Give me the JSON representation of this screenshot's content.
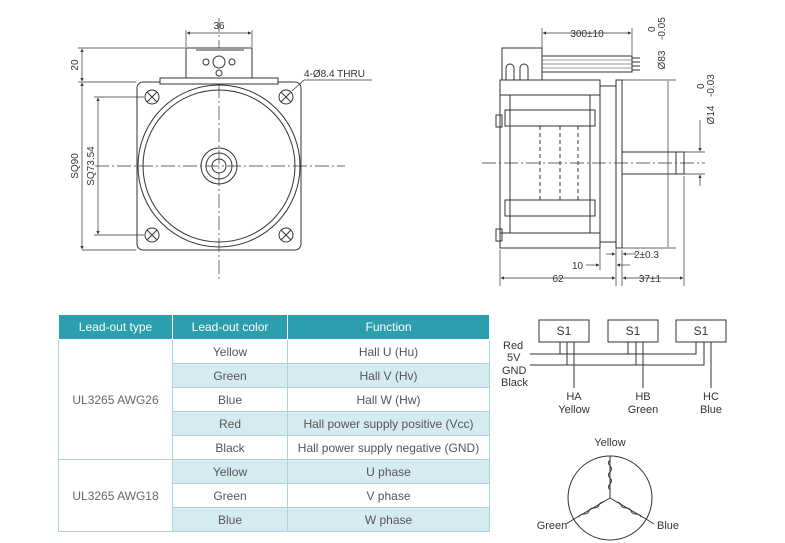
{
  "front_view": {
    "dim_width": "36",
    "dim_height": "20",
    "hole_note": "4-Ø8.4 THRU",
    "sq_outer": "SQ90",
    "sq_inner": "SQ73.54"
  },
  "side_view": {
    "dim_cable": "300±10",
    "dim_body_dia": "Ø83",
    "dim_body_tol": "0\n-0.05",
    "dim_body_tol_top": "0",
    "dim_body_tol_bot": "-0.05",
    "dim_shaft_dia": "Ø14",
    "dim_shaft_tol_top": "0",
    "dim_shaft_tol_bot": "-0.03",
    "dim_flange_gap": "2±0.3",
    "dim_flange": "10",
    "dim_body_len": "62",
    "dim_shaft_len": "37±1"
  },
  "table": {
    "headers": [
      "Lead-out type",
      "Lead-out color",
      "Function"
    ],
    "groups": [
      {
        "type": "UL3265  AWG26",
        "rows": [
          {
            "color": "Yellow",
            "function": "Hall U (Hu)"
          },
          {
            "color": "Green",
            "function": "Hall V (Hv)"
          },
          {
            "color": "Blue",
            "function": "Hall W (Hw)"
          },
          {
            "color": "Red",
            "function": "Hall power supply positive (Vcc)"
          },
          {
            "color": "Black",
            "function": "Hall power supply negative (GND)"
          }
        ]
      },
      {
        "type": "UL3265  AWG18",
        "rows": [
          {
            "color": "Yellow",
            "function": "U phase"
          },
          {
            "color": "Green",
            "function": "V phase"
          },
          {
            "color": "Blue",
            "function": "W phase"
          }
        ]
      }
    ]
  },
  "hall_circuit": {
    "sensor_label": "S1",
    "left_labels": [
      "Red",
      "5V",
      "GND",
      "Black"
    ],
    "outputs": [
      {
        "name": "HA",
        "color": "Yellow"
      },
      {
        "name": "HB",
        "color": "Green"
      },
      {
        "name": "HC",
        "color": "Blue"
      }
    ]
  },
  "winding": {
    "top": "Yellow",
    "left": "Green",
    "right": "Blue"
  },
  "colors": {
    "header_teal": "#2b9fad",
    "row_shade": "#d5ebf1"
  }
}
